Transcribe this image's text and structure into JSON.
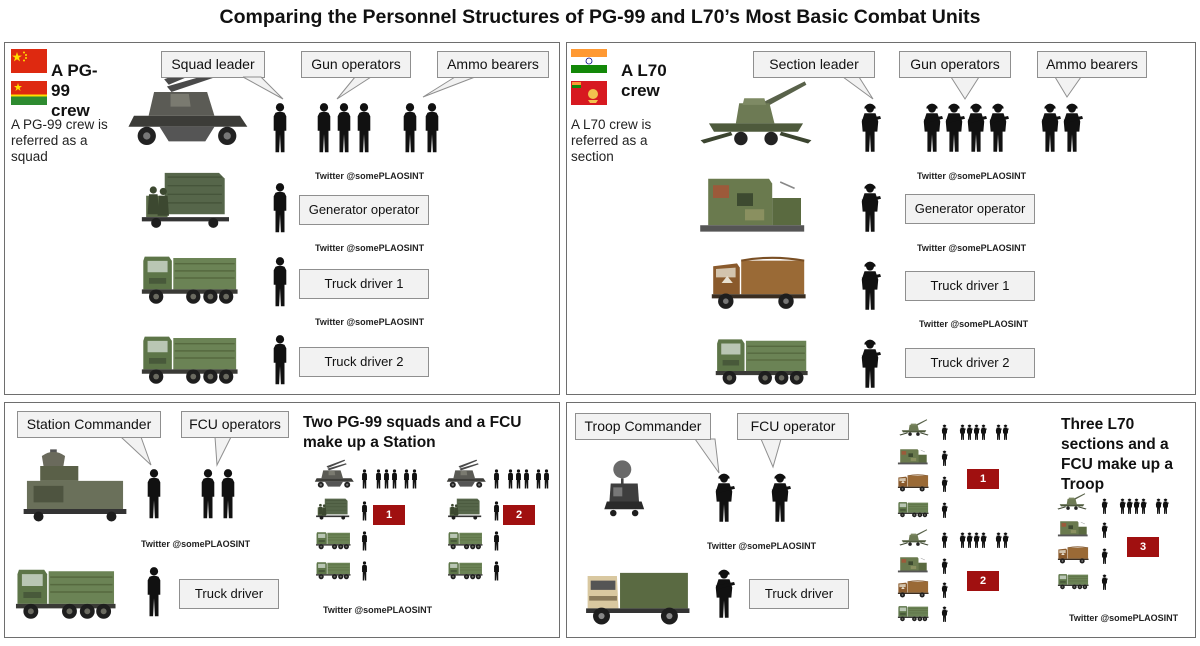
{
  "title": "Comparing the Personnel Structures of PG-99 and L70’s Most Basic Combat Units",
  "watermark": "Twitter @somePLAOSINT",
  "colors": {
    "badge": "#a01010",
    "callout_fill": "#f2f2f2",
    "border": "#6e6e6e",
    "silhouette": "#111111"
  },
  "pg99_crew": {
    "title": "A PG-99 crew",
    "note": "A PG-99 crew is referred as a squad",
    "flags": [
      "china-flag-icon",
      "pla-flag-icon"
    ],
    "labels": {
      "leader": "Squad leader",
      "gunners": "Gun operators",
      "ammo": "Ammo bearers",
      "generator": "Generator operator",
      "driver1": "Truck driver 1",
      "driver2": "Truck driver 2"
    }
  },
  "l70_crew": {
    "title": "A L70 crew",
    "note": "A L70 crew is referred as a section",
    "flags": [
      "india-flag-icon",
      "indian-army-flag-icon"
    ],
    "labels": {
      "leader": "Section leader",
      "gunners": "Gun operators",
      "ammo": "Ammo bearers",
      "generator": "Generator operator",
      "driver1": "Truck driver 1",
      "driver2": "Truck driver 2"
    }
  },
  "pg99_station": {
    "labels": {
      "commander": "Station Commander",
      "fcu": "FCU operators",
      "driver": "Truck driver"
    },
    "summary": "Two PG-99 squads and a FCU make up a Station",
    "badges": [
      "1",
      "2"
    ]
  },
  "l70_troop": {
    "labels": {
      "commander": "Troop Commander",
      "fcu": "FCU operator",
      "driver": "Truck driver"
    },
    "summary": "Three L70 sections and a FCU make up a Troop",
    "badges": [
      "1",
      "2",
      "3"
    ]
  }
}
